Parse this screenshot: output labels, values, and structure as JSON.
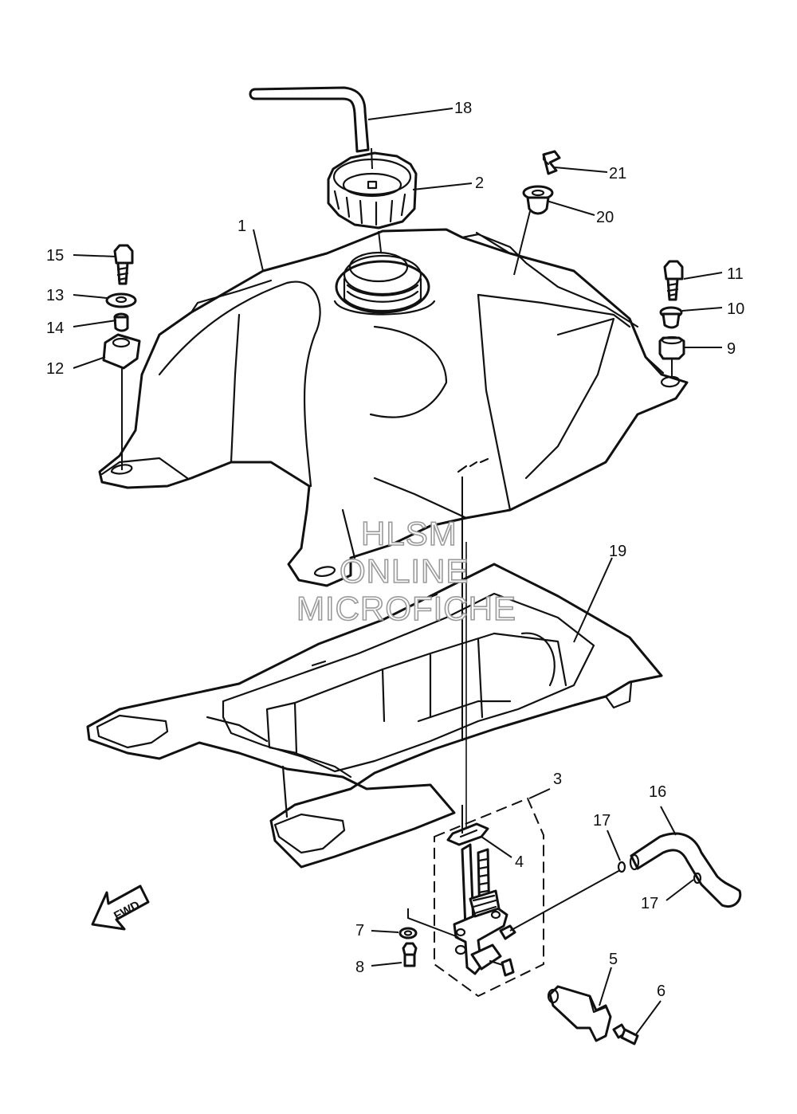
{
  "callouts": {
    "c1": "1",
    "c2": "2",
    "c3": "3",
    "c4": "4",
    "c5": "5",
    "c6": "6",
    "c7": "7",
    "c8": "8",
    "c9": "9",
    "c10": "10",
    "c11": "11",
    "c12": "12",
    "c13": "13",
    "c14": "14",
    "c15": "15",
    "c16": "16",
    "c17a": "17",
    "c17b": "17",
    "c18": "18",
    "c19": "19",
    "c20": "20",
    "c21": "21"
  },
  "watermark": {
    "line1": "HLSM",
    "line2": "ONLINE",
    "line3": "MICROFICHE"
  },
  "direction_label": "FWD"
}
